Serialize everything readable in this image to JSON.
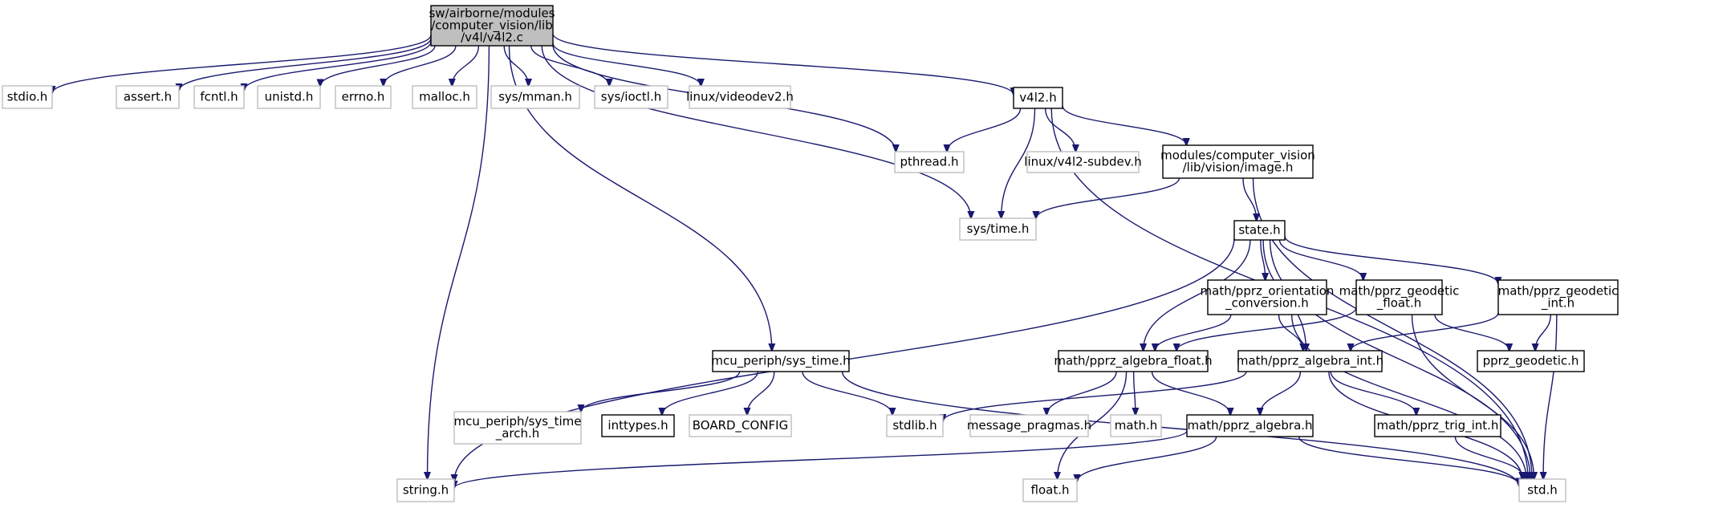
{
  "graph": {
    "colors": {
      "edge": "#191970",
      "root_fill": "#bfbfbf",
      "normal_border": "#000000",
      "external_border": "#bfbfbf",
      "text": "#000000"
    },
    "nodes": [
      {
        "id": "root",
        "kind": "root",
        "lines": [
          "sw/airborne/modules",
          "/computer_vision/lib",
          "/v4l/v4l2.c"
        ]
      },
      {
        "id": "stdio",
        "kind": "external",
        "lines": [
          "stdio.h"
        ]
      },
      {
        "id": "string",
        "kind": "external",
        "lines": [
          "string.h"
        ]
      },
      {
        "id": "assert",
        "kind": "external",
        "lines": [
          "assert.h"
        ]
      },
      {
        "id": "fcntl",
        "kind": "external",
        "lines": [
          "fcntl.h"
        ]
      },
      {
        "id": "unistd",
        "kind": "external",
        "lines": [
          "unistd.h"
        ]
      },
      {
        "id": "errno",
        "kind": "external",
        "lines": [
          "errno.h"
        ]
      },
      {
        "id": "malloc",
        "kind": "external",
        "lines": [
          "malloc.h"
        ]
      },
      {
        "id": "sysmman",
        "kind": "external",
        "lines": [
          "sys/mman.h"
        ]
      },
      {
        "id": "sysioctl",
        "kind": "external",
        "lines": [
          "sys/ioctl.h"
        ]
      },
      {
        "id": "videodev2",
        "kind": "external",
        "lines": [
          "linux/videodev2.h"
        ]
      },
      {
        "id": "pthread",
        "kind": "external",
        "lines": [
          "pthread.h"
        ]
      },
      {
        "id": "systime",
        "kind": "external",
        "lines": [
          "sys/time.h"
        ]
      },
      {
        "id": "v4l2h",
        "kind": "normal",
        "lines": [
          "v4l2.h"
        ]
      },
      {
        "id": "subdev",
        "kind": "external",
        "lines": [
          "linux/v4l2-subdev.h"
        ]
      },
      {
        "id": "image",
        "kind": "normal",
        "lines": [
          "modules/computer_vision",
          "/lib/vision/image.h"
        ]
      },
      {
        "id": "stdh",
        "kind": "external",
        "lines": [
          "std.h"
        ]
      },
      {
        "id": "state",
        "kind": "normal",
        "lines": [
          "state.h"
        ]
      },
      {
        "id": "orient",
        "kind": "normal",
        "lines": [
          "math/pprz_orientation",
          "_conversion.h"
        ]
      },
      {
        "id": "geofloat",
        "kind": "normal",
        "lines": [
          "math/pprz_geodetic",
          "_float.h"
        ]
      },
      {
        "id": "geoint",
        "kind": "normal",
        "lines": [
          "math/pprz_geodetic",
          "_int.h"
        ]
      },
      {
        "id": "algfloat",
        "kind": "normal",
        "lines": [
          "math/pprz_algebra_float.h"
        ]
      },
      {
        "id": "algint",
        "kind": "normal",
        "lines": [
          "math/pprz_algebra_int.h"
        ]
      },
      {
        "id": "pprzgeo",
        "kind": "normal",
        "lines": [
          "pprz_geodetic.h"
        ]
      },
      {
        "id": "mcu",
        "kind": "normal",
        "lines": [
          "mcu_periph/sys_time.h"
        ]
      },
      {
        "id": "mcuarch",
        "kind": "external",
        "lines": [
          "mcu_periph/sys_time",
          "_arch.h"
        ]
      },
      {
        "id": "inttypes",
        "kind": "normal",
        "lines": [
          "inttypes.h"
        ]
      },
      {
        "id": "board",
        "kind": "external",
        "lines": [
          "BOARD_CONFIG"
        ]
      },
      {
        "id": "stdlib",
        "kind": "external",
        "lines": [
          "stdlib.h"
        ]
      },
      {
        "id": "msgprag",
        "kind": "external",
        "lines": [
          "message_pragmas.h"
        ]
      },
      {
        "id": "mathh",
        "kind": "external",
        "lines": [
          "math.h"
        ]
      },
      {
        "id": "alg",
        "kind": "normal",
        "lines": [
          "math/pprz_algebra.h"
        ]
      },
      {
        "id": "trigint",
        "kind": "normal",
        "lines": [
          "math/pprz_trig_int.h"
        ]
      },
      {
        "id": "floath",
        "kind": "external",
        "lines": [
          "float.h"
        ]
      }
    ],
    "edges": [
      [
        "root",
        "stdio"
      ],
      [
        "root",
        "string"
      ],
      [
        "root",
        "assert"
      ],
      [
        "root",
        "fcntl"
      ],
      [
        "root",
        "unistd"
      ],
      [
        "root",
        "errno"
      ],
      [
        "root",
        "malloc"
      ],
      [
        "root",
        "sysmman"
      ],
      [
        "root",
        "sysioctl"
      ],
      [
        "root",
        "videodev2"
      ],
      [
        "root",
        "pthread"
      ],
      [
        "root",
        "systime"
      ],
      [
        "root",
        "v4l2h"
      ],
      [
        "root",
        "mcu"
      ],
      [
        "v4l2h",
        "pthread"
      ],
      [
        "v4l2h",
        "systime"
      ],
      [
        "v4l2h",
        "subdev"
      ],
      [
        "v4l2h",
        "image"
      ],
      [
        "v4l2h",
        "stdh"
      ],
      [
        "image",
        "systime"
      ],
      [
        "image",
        "state"
      ],
      [
        "image",
        "stdh"
      ],
      [
        "state",
        "string"
      ],
      [
        "state",
        "orient"
      ],
      [
        "state",
        "geofloat"
      ],
      [
        "state",
        "geoint"
      ],
      [
        "state",
        "algfloat"
      ],
      [
        "state",
        "algint"
      ],
      [
        "state",
        "stdh"
      ],
      [
        "orient",
        "algfloat"
      ],
      [
        "orient",
        "algint"
      ],
      [
        "orient",
        "stdh"
      ],
      [
        "geofloat",
        "algfloat"
      ],
      [
        "geofloat",
        "pprzgeo"
      ],
      [
        "geofloat",
        "stdh"
      ],
      [
        "geoint",
        "algint"
      ],
      [
        "geoint",
        "pprzgeo"
      ],
      [
        "geoint",
        "stdh"
      ],
      [
        "algfloat",
        "msgprag"
      ],
      [
        "algfloat",
        "mathh"
      ],
      [
        "algfloat",
        "alg"
      ],
      [
        "algfloat",
        "floath"
      ],
      [
        "algint",
        "stdlib"
      ],
      [
        "algint",
        "alg"
      ],
      [
        "algint",
        "trigint"
      ],
      [
        "algint",
        "stdh"
      ],
      [
        "alg",
        "string"
      ],
      [
        "alg",
        "floath"
      ],
      [
        "alg",
        "stdh"
      ],
      [
        "trigint",
        "stdh"
      ],
      [
        "mcu",
        "mcuarch"
      ],
      [
        "mcu",
        "inttypes"
      ],
      [
        "mcu",
        "board"
      ],
      [
        "mcu",
        "stdlib"
      ],
      [
        "mcu",
        "stdh"
      ]
    ]
  }
}
